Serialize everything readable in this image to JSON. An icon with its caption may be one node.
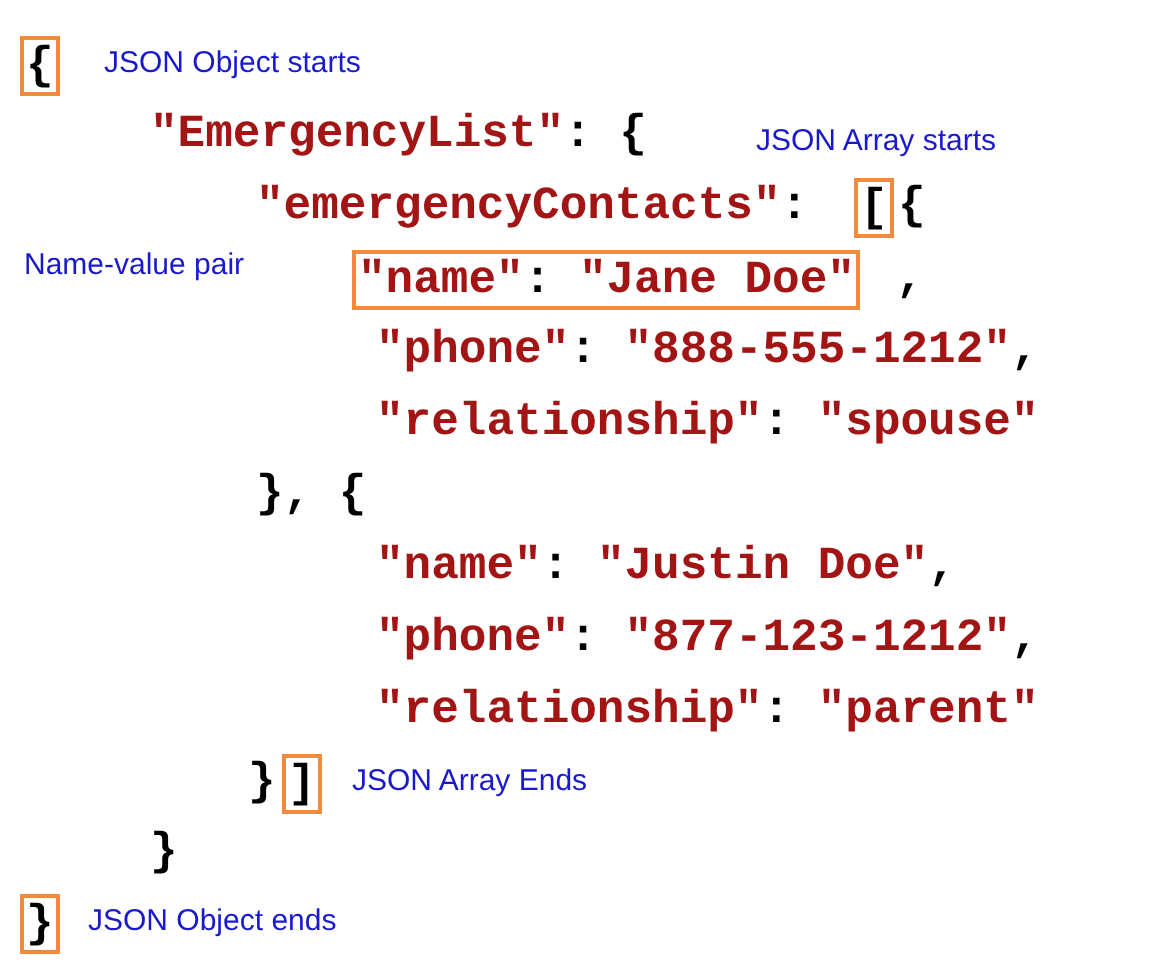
{
  "diagram": {
    "nodes": [
      {
        "text": [
          "{"
        ],
        "beside": [
          "JSON Object starts"
        ]
      },
      {
        "text": [
          "["
        ],
        "beside": [
          "JSON Array starts"
        ]
      },
      {
        "text": [
          "\"name\": \"Jane Doe\""
        ],
        "beside": [
          "Name-value pair"
        ]
      },
      {
        "text": [
          "]"
        ],
        "beside": [
          "JSON Array Ends"
        ]
      },
      {
        "text": [
          "}"
        ],
        "beside": [
          "JSON Object ends"
        ]
      }
    ],
    "labels": [
      "\"EmergencyList\": {",
      "\"emergencyContacts\":",
      "{",
      ",",
      "\"phone\": \"888-555-1212\",",
      "\"relationship\": \"spouse\"",
      "}, {",
      "\"name\": \"Justin Doe\",",
      "\"phone\": \"877-123-1212\",",
      "\"relationship\": \"parent\"",
      "}",
      "}"
    ]
  }
}
